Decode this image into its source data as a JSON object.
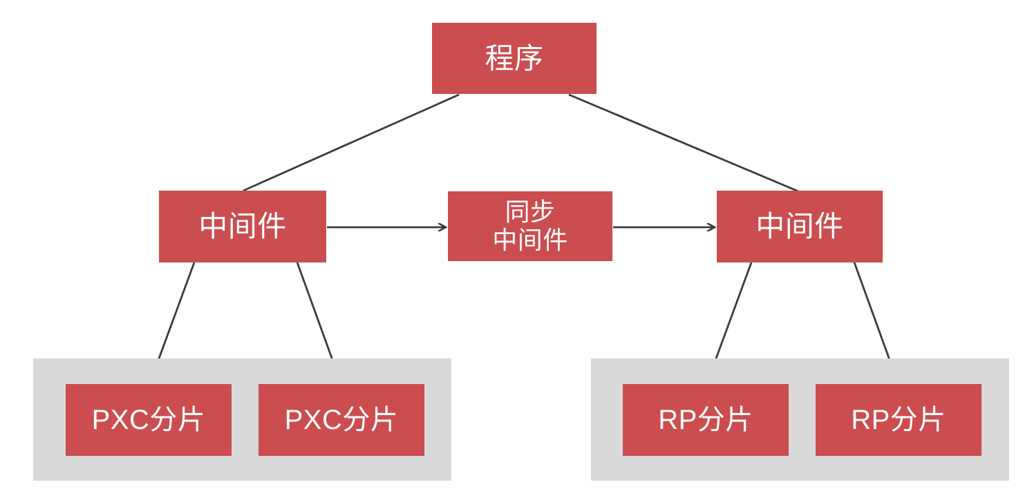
{
  "diagram": {
    "title": "",
    "colors": {
      "node_fill": "#cb4d4f",
      "node_text": "#ffffff",
      "group_fill": "#d9d9d9",
      "edge": "#3b3b3b",
      "background": "#ffffff"
    },
    "nodes": [
      {
        "id": "program",
        "label": "程序",
        "shape": "rectangle"
      },
      {
        "id": "mw-left",
        "label": "中间件",
        "shape": "rectangle"
      },
      {
        "id": "mw-sync",
        "label": "同步\n中间件",
        "shape": "rectangle"
      },
      {
        "id": "mw-right",
        "label": "中间件",
        "shape": "rectangle"
      },
      {
        "id": "shard-pxc-1",
        "label": "PXC分片",
        "shape": "rectangle"
      },
      {
        "id": "shard-pxc-2",
        "label": "PXC分片",
        "shape": "rectangle"
      },
      {
        "id": "shard-rp-1",
        "label": "RP分片",
        "shape": "rectangle"
      },
      {
        "id": "shard-rp-2",
        "label": "RP分片",
        "shape": "rectangle"
      }
    ],
    "groups": [
      {
        "id": "panel-left",
        "label": ""
      },
      {
        "id": "panel-right",
        "label": ""
      }
    ],
    "edges": [
      {
        "from": "mw-left",
        "to": "program",
        "style": "line",
        "arrow": false
      },
      {
        "from": "program",
        "to": "mw-right",
        "style": "line",
        "arrow": false
      },
      {
        "from": "mw-left",
        "to": "mw-sync",
        "style": "arrow",
        "arrow": true
      },
      {
        "from": "mw-sync",
        "to": "mw-right",
        "style": "arrow",
        "arrow": true
      },
      {
        "from": "mw-left",
        "to": "shard-pxc-1",
        "style": "line",
        "arrow": false
      },
      {
        "from": "mw-left",
        "to": "shard-pxc-2",
        "style": "line",
        "arrow": false
      },
      {
        "from": "mw-right",
        "to": "shard-rp-1",
        "style": "line",
        "arrow": false
      },
      {
        "from": "mw-right",
        "to": "shard-rp-2",
        "style": "line",
        "arrow": false
      }
    ]
  }
}
